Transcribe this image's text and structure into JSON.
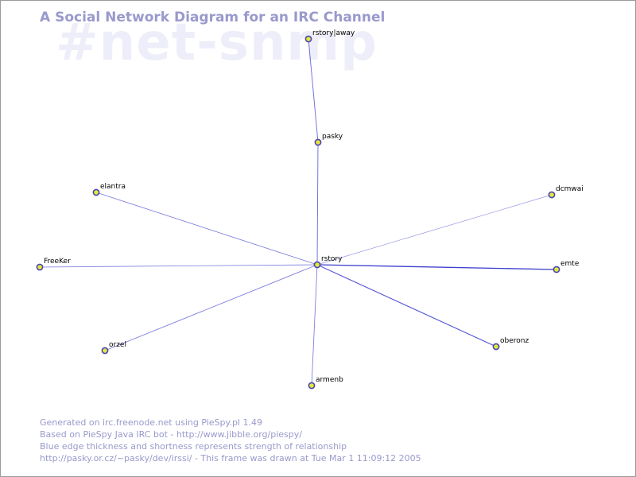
{
  "title": "A Social Network Diagram for an IRC Channel",
  "watermark": "#net-snmp",
  "colors": {
    "node_fill": "#e6e63c",
    "node_stroke": "#4646b4",
    "edge_color": "#3333cc",
    "title_color": "#9999cc",
    "watermark_color": "#eeeefa"
  },
  "nodes": [
    {
      "id": "rstory",
      "label": "rstory"
    },
    {
      "id": "rstorylaway",
      "label": "rstory|away"
    },
    {
      "id": "pasky",
      "label": "pasky"
    },
    {
      "id": "elantra",
      "label": "elantra"
    },
    {
      "id": "dcmwai",
      "label": "dcmwai"
    },
    {
      "id": "FreeKer",
      "label": "FreeKer"
    },
    {
      "id": "emte",
      "label": "emte"
    },
    {
      "id": "orzel",
      "label": "orzel"
    },
    {
      "id": "oberonz",
      "label": "oberonz"
    },
    {
      "id": "armenb",
      "label": "armenb"
    }
  ],
  "edges": [
    {
      "source": "rstorylaway",
      "target": "pasky",
      "strength": 0.6
    },
    {
      "source": "pasky",
      "target": "rstory",
      "strength": 0.6
    },
    {
      "source": "elantra",
      "target": "rstory",
      "strength": 0.5
    },
    {
      "source": "dcmwai",
      "target": "rstory",
      "strength": 0.3
    },
    {
      "source": "FreeKer",
      "target": "rstory",
      "strength": 0.5
    },
    {
      "source": "emte",
      "target": "rstory",
      "strength": 1.0
    },
    {
      "source": "orzel",
      "target": "rstory",
      "strength": 0.5
    },
    {
      "source": "oberonz",
      "target": "rstory",
      "strength": 0.8
    },
    {
      "source": "armenb",
      "target": "rstory",
      "strength": 0.5
    }
  ],
  "footer": {
    "line1": "Generated on irc.freenode.net using PieSpy.pl 1.49",
    "line2": "Based on PieSpy Java IRC bot - http://www.jibble.org/piespy/",
    "line3": "Blue edge thickness and shortness represents strength of relationship",
    "line4": "http://pasky.or.cz/~pasky/dev/irssi/ - This frame was drawn at Tue Mar  1 11:09:12 2005"
  }
}
